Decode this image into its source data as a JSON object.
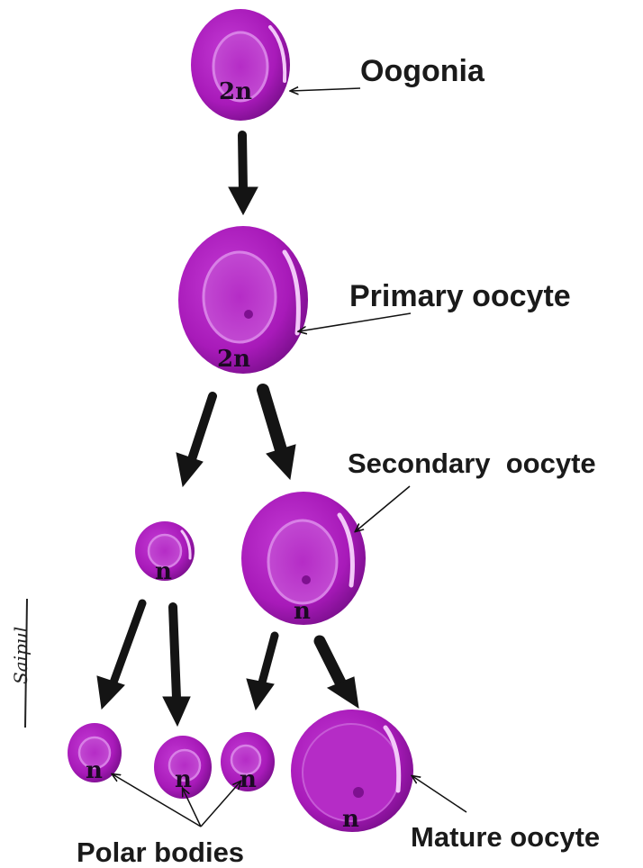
{
  "labels": {
    "oogonia": "Oogonia",
    "primary_oocyte": "Primary oocyte",
    "secondary_oocyte": "Secondary  oocyte",
    "mature_oocyte": "Mature oocyte",
    "polar_bodies": "Polar bodies"
  },
  "ploidy": {
    "oogonia": "2n",
    "primary_oocyte": "2n",
    "first_polar_body": "n",
    "secondary_oocyte": "n",
    "polar_body_1": "n",
    "polar_body_2": "n",
    "polar_body_3": "n",
    "mature_oocyte": "n"
  },
  "signature": "Saipul",
  "colors": {
    "cell": "#b21fc4",
    "cell_dark": "#7c0f8e",
    "nucleus": "#d766e8",
    "arrow": "#141414"
  }
}
